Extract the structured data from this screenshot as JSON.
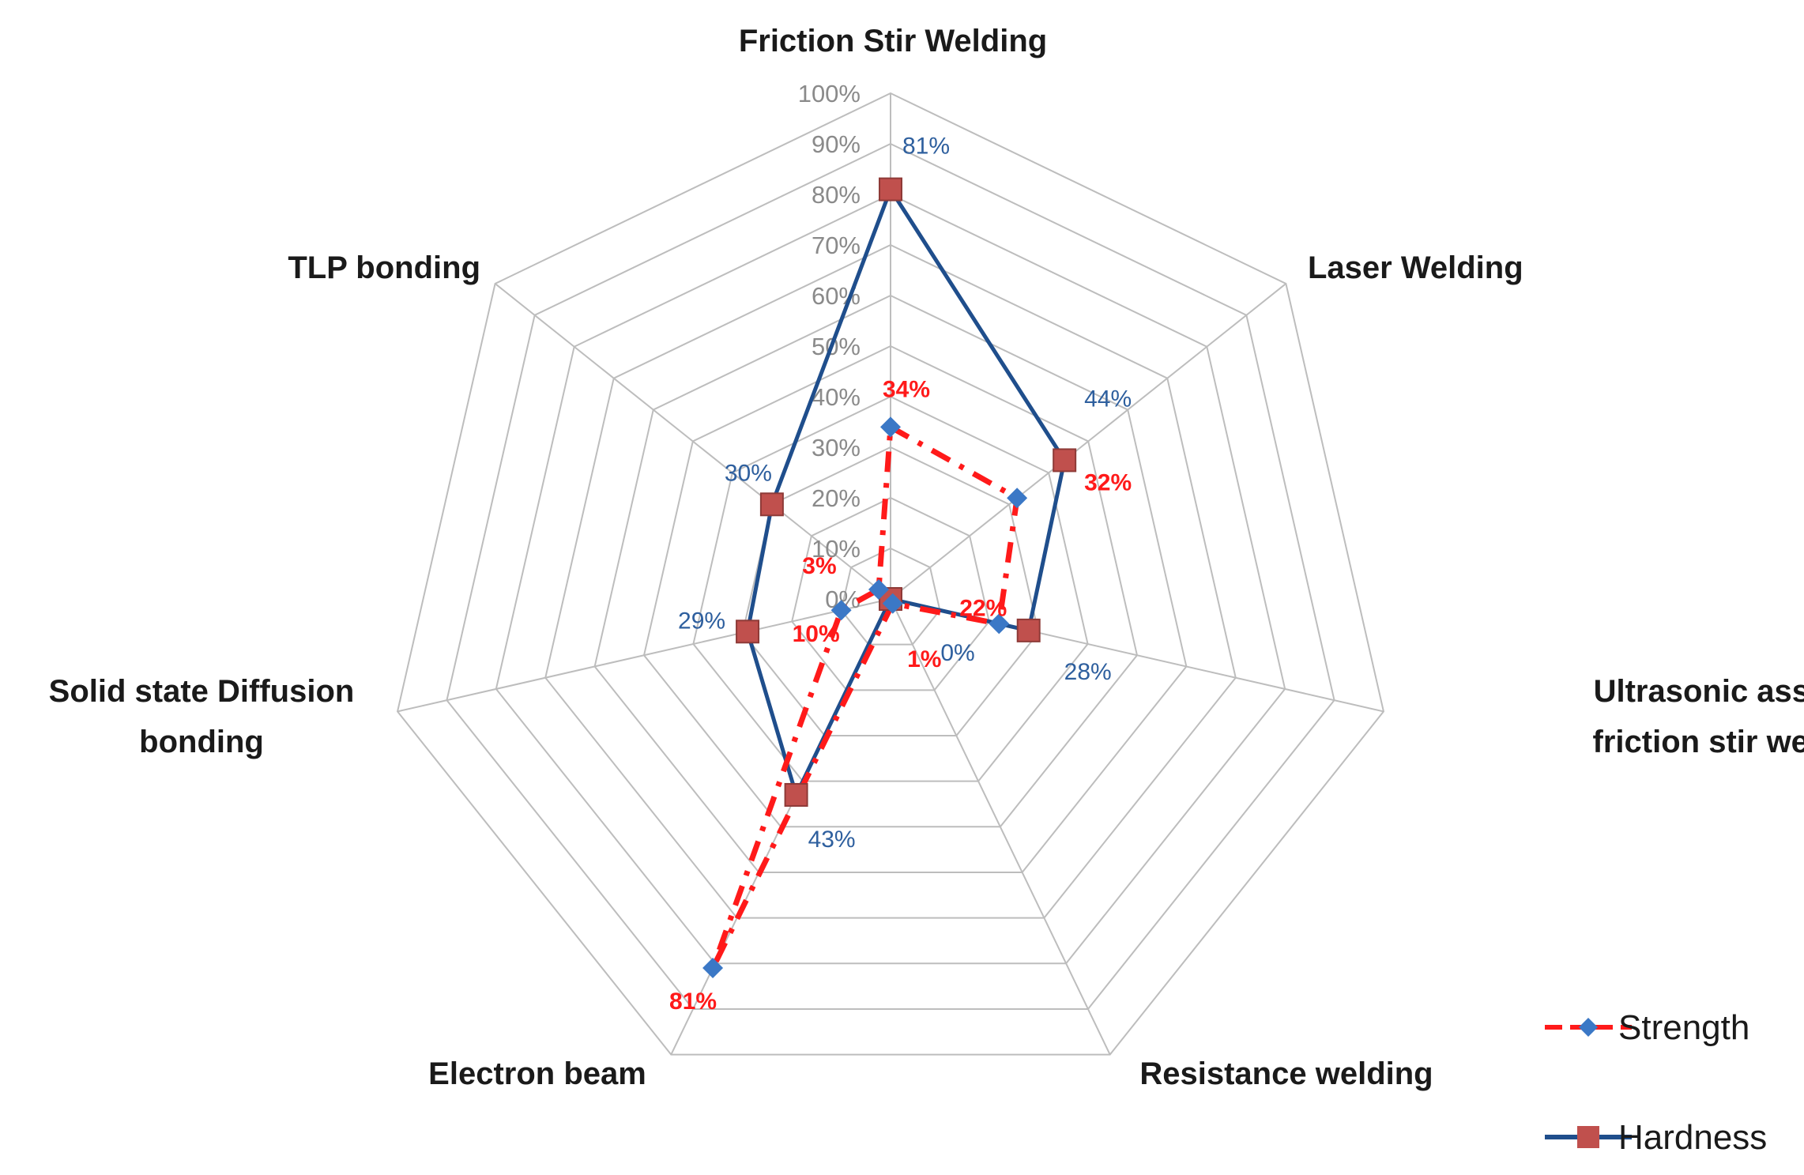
{
  "chart_data": {
    "type": "radar",
    "categories": [
      "Friction Stir Welding",
      "Laser Welding",
      "Ultrasonic assisted friction stir welding",
      "Resistance welding",
      "Electron beam",
      "Solid state Diffusion bonding",
      "TLP bonding"
    ],
    "category_lines": [
      [
        "Friction Stir Welding"
      ],
      [
        "Laser Welding"
      ],
      [
        "Ultrasonic assisted",
        "friction stir welding"
      ],
      [
        "Resistance welding"
      ],
      [
        "Electron beam"
      ],
      [
        "Solid state Diffusion",
        "bonding"
      ],
      [
        "TLP bonding"
      ]
    ],
    "ticks": [
      "0%",
      "10%",
      "20%",
      "30%",
      "40%",
      "50%",
      "60%",
      "70%",
      "80%",
      "90%",
      "100%"
    ],
    "range": [
      0,
      100
    ],
    "grid": true,
    "legend_position": "bottom-right",
    "series": [
      {
        "name": "Strength",
        "values": [
          34,
          32,
          22,
          1,
          81,
          10,
          3
        ],
        "labels": [
          "34%",
          "32%",
          "22%",
          "1%",
          "81%",
          "10%",
          "3%"
        ],
        "line_color": "#ff1a1a",
        "marker_color": "#3b78c6",
        "line_style": "dashed",
        "marker": "diamond"
      },
      {
        "name": "Hardness",
        "values": [
          81,
          44,
          28,
          0,
          43,
          29,
          30
        ],
        "labels": [
          "81%",
          "44%",
          "28%",
          "0%",
          "43%",
          "29%",
          "30%"
        ],
        "line_color": "#1f4e8c",
        "marker_color": "#c0504d",
        "line_style": "solid",
        "marker": "square"
      }
    ]
  }
}
